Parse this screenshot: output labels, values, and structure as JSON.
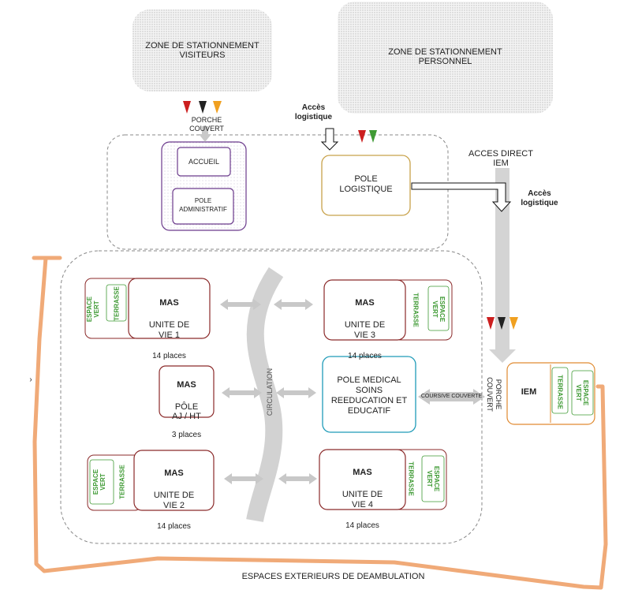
{
  "parking": {
    "visitors": "ZONE DE STATIONNEMENT\nVISITEURS",
    "staff": "ZONE DE STATIONNEMENT\nPERSONNEL"
  },
  "porch_top": "PORCHE\nCOUVERT",
  "logistics_access_1": "Accès\nlogistique",
  "logistics_access_2": "Accès\nlogistique",
  "direct_access": "ACCES DIRECT\nIEM",
  "reception": "ACCUEIL",
  "admin": "POLE\nADMINISTRATIF",
  "logistics_pole": "POLE\nLOGISTIQUE",
  "circulation": "CIRCULATION",
  "units": {
    "vie1": {
      "title": "MAS",
      "name": "UNITE DE\nVIE 1",
      "places": "14 places"
    },
    "vie2": {
      "title": "MAS",
      "name": "UNITE DE\nVIE 2",
      "places": "14 places"
    },
    "vie3": {
      "title": "MAS",
      "name": "UNITE DE\nVIE 3",
      "places": "14 places"
    },
    "vie4": {
      "title": "MAS",
      "name": "UNITE DE\nVIE 4",
      "places": "14 places"
    },
    "ajht": {
      "title": "MAS",
      "name": "PÔLE\nAJ / HT",
      "places": "3 places"
    }
  },
  "medical": "POLE MEDICAL\nSOINS\nREEDUCATION ET\nEDUCATIF",
  "coursive": "COURSIVE  COUVERTE",
  "porch_right": "PORCHE\nCOUVERT",
  "iem": "IEM",
  "espace_vert": "ESPACE\nVERT",
  "terrasse": "TERRASSE",
  "exterior": "ESPACES EXTERIEURS DE DEAMBULATION",
  "colors": {
    "red": "#cc1f1f",
    "black": "#222222",
    "orange": "#f0a020",
    "green": "#3f9a34",
    "maroon": "#8b2a2a",
    "path": "#f0aa78"
  }
}
